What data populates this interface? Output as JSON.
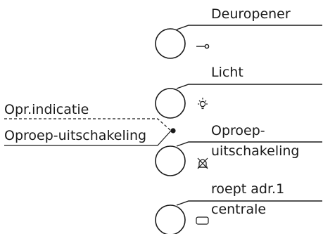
{
  "buttons": [
    {
      "label_lines": [
        "Deuropener"
      ],
      "icon": "key-icon"
    },
    {
      "label_lines": [
        "Licht"
      ],
      "icon": "light-bulb-icon"
    },
    {
      "label_lines": [
        "Oproep-",
        "uitschakeling"
      ],
      "icon": "bell-off-icon"
    },
    {
      "label_lines": [
        "roept adr.1",
        "centrale"
      ],
      "icon": "rectangle-icon"
    }
  ],
  "indicator": {
    "labels": [
      "Opr.indicatie",
      "Oproep-uitschakeling"
    ]
  },
  "colors": {
    "line": "#1a1a1a",
    "background": "#ffffff"
  }
}
